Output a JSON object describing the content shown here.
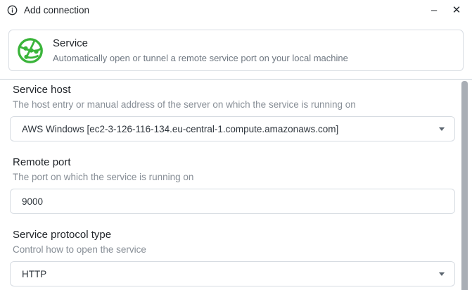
{
  "window": {
    "title": "Add connection",
    "minimize_glyph": "–",
    "close_glyph": "✕"
  },
  "service_card": {
    "title": "Service",
    "description": "Automatically open or tunnel a remote service port on your local machine",
    "icon": "network-service-icon",
    "icon_color": "#3ab43a"
  },
  "fields": [
    {
      "label": "Service host",
      "description": "The host entry or manual address of the server on which the service is running on",
      "value": "AWS Windows [ec2-3-126-116-134.eu-central-1.compute.amazonaws.com]",
      "type": "dropdown"
    },
    {
      "label": "Remote port",
      "description": "The port on which the service is running on",
      "value": "9000",
      "type": "text"
    },
    {
      "label": "Service protocol type",
      "description": "Control how to open the service",
      "value": "HTTP",
      "type": "dropdown"
    }
  ],
  "colors": {
    "accent_green": "#3ab43a",
    "text_primary": "#1f2328",
    "text_secondary": "#878e96",
    "border": "#d7dce2",
    "divider": "#ccd3da",
    "scrollbar_thumb": "#a9aeb5"
  }
}
